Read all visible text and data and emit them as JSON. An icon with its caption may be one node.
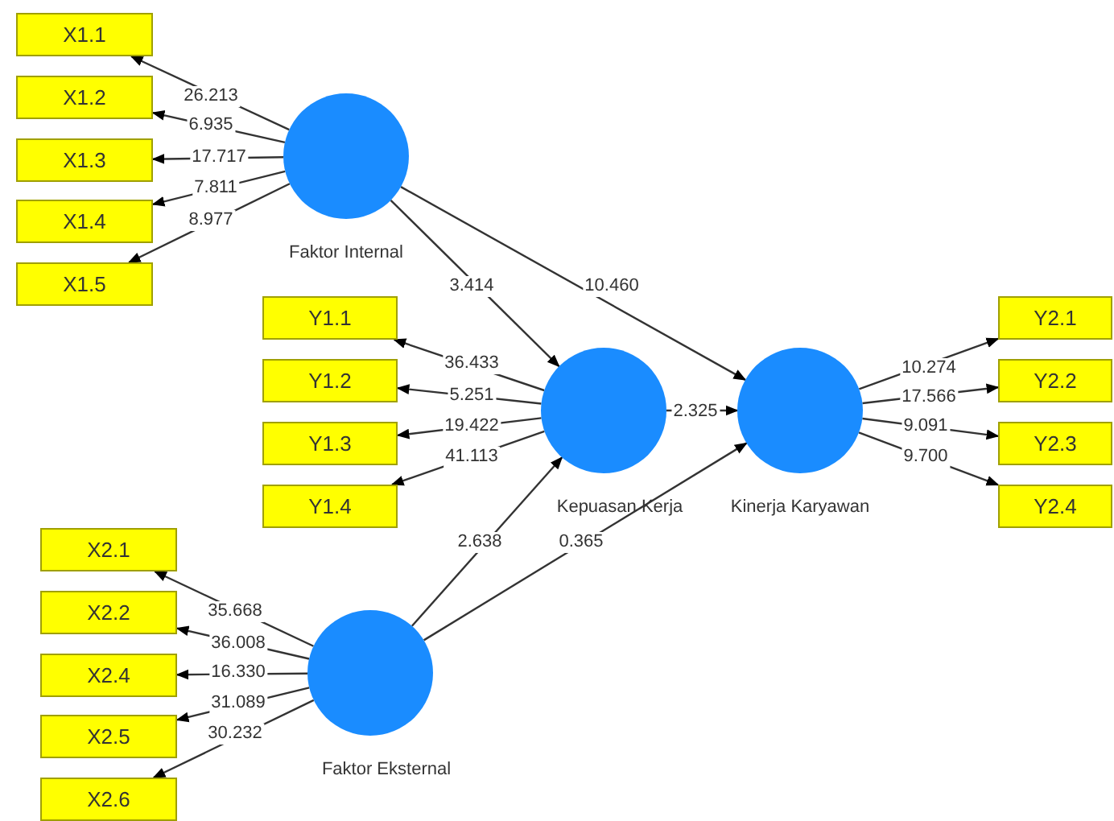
{
  "diagram": {
    "nodes": [
      {
        "text": [],
        "shape": "circle",
        "beside": [
          "Faktor Internal"
        ]
      },
      {
        "text": [
          "X1.1"
        ]
      },
      {
        "text": [
          "X1.2"
        ]
      },
      {
        "text": [
          "X1.3"
        ]
      },
      {
        "text": [
          "X1.4"
        ]
      },
      {
        "text": [
          "X1.5"
        ]
      },
      {
        "text": [
          "Y1.1"
        ]
      },
      {
        "text": [
          "Y1.2"
        ]
      },
      {
        "text": [
          "Y1.3"
        ]
      },
      {
        "text": [
          "Y1.4"
        ]
      },
      {
        "text": [],
        "shape": "circle",
        "beside": [
          "Kepuasan Kerja"
        ]
      },
      {
        "text": [],
        "shape": "circle",
        "beside": [
          "Kinerja Karyawan"
        ]
      },
      {
        "text": [
          "Y2.1"
        ]
      },
      {
        "text": [
          "Y2.2"
        ]
      },
      {
        "text": [
          "Y2.3"
        ]
      },
      {
        "text": [
          "Y2.4"
        ]
      },
      {
        "text": [
          "X2.1"
        ]
      },
      {
        "text": [
          "X2.2"
        ]
      },
      {
        "text": [
          "X2.4"
        ]
      },
      {
        "text": [
          "X2.5"
        ]
      },
      {
        "text": [
          "X2.6"
        ]
      },
      {
        "text": [],
        "shape": "circle",
        "beside": [
          "Faktor Eksternal"
        ]
      }
    ],
    "edges": [
      {
        "from": 0,
        "to": 1,
        "arrow": "to",
        "label": "26.213"
      },
      {
        "from": 0,
        "to": 2,
        "arrow": "to",
        "label": "6.935"
      },
      {
        "from": 0,
        "to": 3,
        "arrow": "to",
        "label": "17.717"
      },
      {
        "from": 0,
        "to": 4,
        "arrow": "to",
        "label": "7.811"
      },
      {
        "from": 0,
        "to": 5,
        "arrow": "to",
        "label": "8.977"
      },
      {
        "from": 0,
        "to": 10,
        "arrow": "to",
        "label": "3.414"
      },
      {
        "from": 0,
        "to": 11,
        "arrow": "to",
        "label": "10.460"
      },
      {
        "from": 10,
        "to": 6,
        "arrow": "to",
        "label": "36.433"
      },
      {
        "from": 10,
        "to": 7,
        "arrow": "to",
        "label": "5.251"
      },
      {
        "from": 10,
        "to": 8,
        "arrow": "to",
        "label": "19.422"
      },
      {
        "from": 10,
        "to": 9,
        "arrow": "to",
        "label": "41.113"
      },
      {
        "from": 10,
        "to": 11,
        "arrow": "to",
        "label": "2.325"
      },
      {
        "from": 11,
        "to": 12,
        "arrow": "to",
        "label": "10.274"
      },
      {
        "from": 11,
        "to": 13,
        "arrow": "to",
        "label": "17.566"
      },
      {
        "from": 11,
        "to": 14,
        "arrow": "to",
        "label": "9.091"
      },
      {
        "from": 11,
        "to": 15,
        "arrow": "to",
        "label": "9.700"
      },
      {
        "from": 21,
        "to": 16,
        "arrow": "to",
        "label": "35.668"
      },
      {
        "from": 21,
        "to": 17,
        "arrow": "to",
        "label": "36.008"
      },
      {
        "from": 21,
        "to": 18,
        "arrow": "to",
        "label": "16.330"
      },
      {
        "from": 21,
        "to": 19,
        "arrow": "to",
        "label": "31.089"
      },
      {
        "from": 21,
        "to": 20,
        "arrow": "to",
        "label": "30.232"
      },
      {
        "from": 21,
        "to": 10,
        "arrow": "to",
        "label": "2.638"
      },
      {
        "from": 21,
        "to": 11,
        "arrow": "to",
        "label": "0.365"
      }
    ]
  }
}
